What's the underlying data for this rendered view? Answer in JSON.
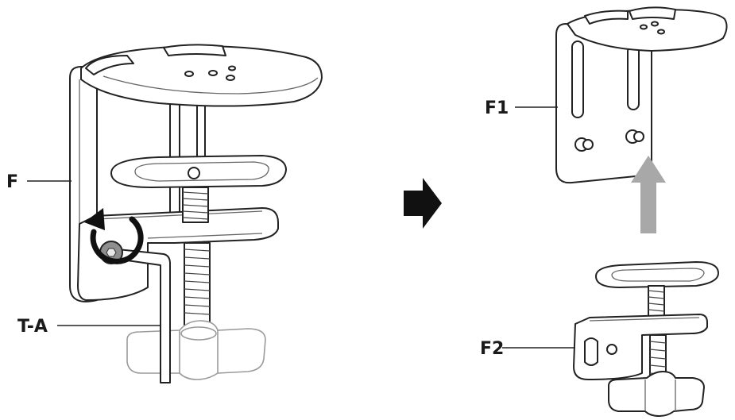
{
  "labels": {
    "f": "F",
    "ta": "T-A",
    "f1": "F1",
    "f2": "F2"
  },
  "icons": {
    "rotate": "rotate-counterclockwise-icon",
    "next": "arrow-right-icon",
    "lift": "arrow-up-icon"
  },
  "colors": {
    "line": "#222222",
    "arrow_next": "#111111",
    "arrow_lift": "#a8a8a8",
    "bolt": "#8f8f8f"
  }
}
